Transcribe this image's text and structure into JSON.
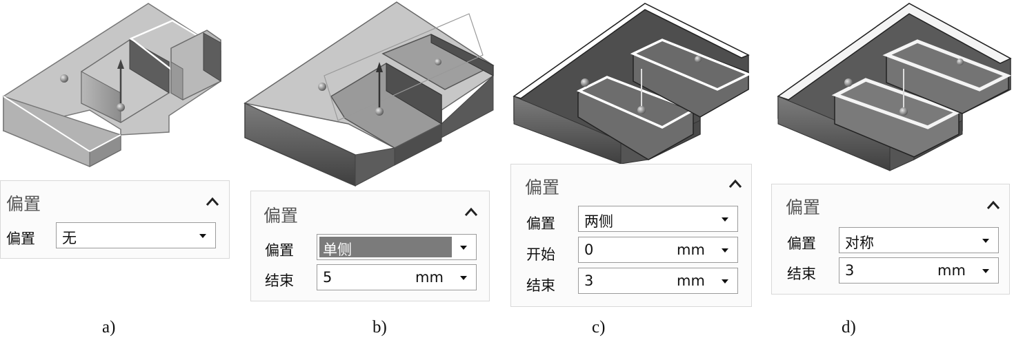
{
  "panels": [
    {
      "title": "偏置",
      "rows": [
        {
          "label": "偏置",
          "value": "无",
          "unit": ""
        }
      ],
      "caption": "a)"
    },
    {
      "title": "偏置",
      "rows": [
        {
          "label": "偏置",
          "value": "单侧",
          "unit": "",
          "highlighted": true
        },
        {
          "label": "结束",
          "value": "5",
          "unit": "mm"
        }
      ],
      "caption": "b)"
    },
    {
      "title": "偏置",
      "rows": [
        {
          "label": "偏置",
          "value": "两侧",
          "unit": ""
        },
        {
          "label": "开始",
          "value": "0",
          "unit": "mm"
        },
        {
          "label": "结束",
          "value": "3",
          "unit": "mm"
        }
      ],
      "caption": "c)"
    },
    {
      "title": "偏置",
      "rows": [
        {
          "label": "偏置",
          "value": "对称",
          "unit": ""
        },
        {
          "label": "结束",
          "value": "3",
          "unit": "mm"
        }
      ],
      "caption": "d)"
    }
  ],
  "icons": {
    "collapse": "chevron-up-icon",
    "dropdown": "triangle-down-icon"
  },
  "colors": {
    "panel_bg": "#fbfbfb",
    "highlight": "#7b7b7b",
    "model_face": "#bdbdbd",
    "model_dark": "#6e6e6e"
  }
}
